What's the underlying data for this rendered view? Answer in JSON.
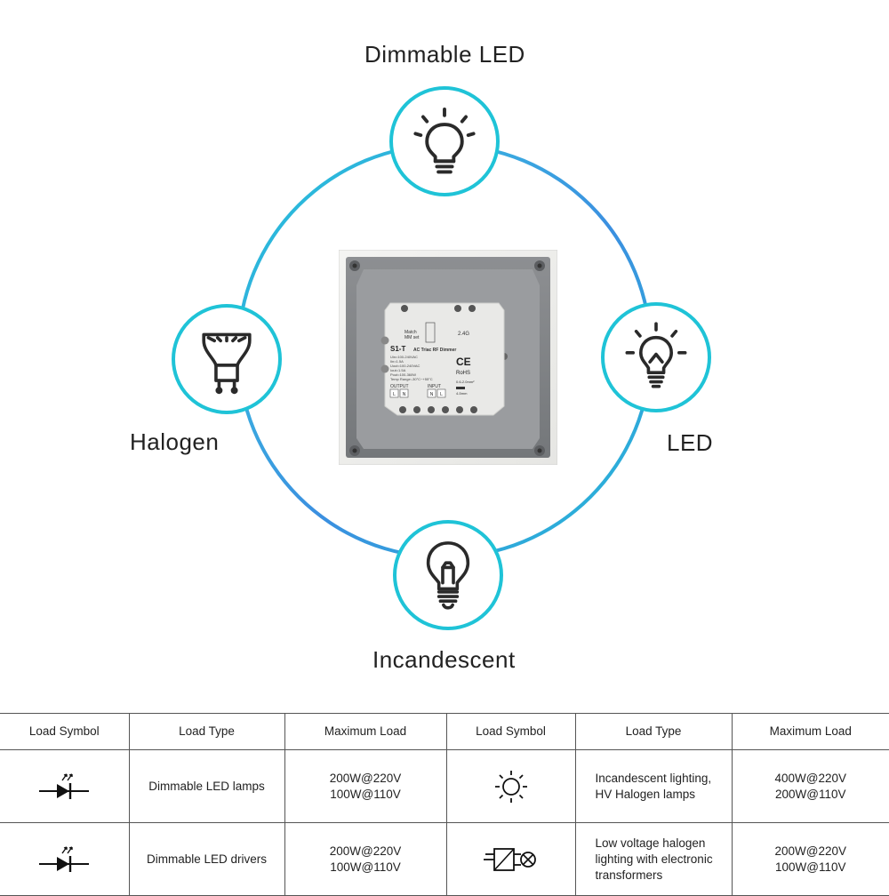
{
  "diagram": {
    "labels": {
      "top": "Dimmable LED",
      "left": "Halogen",
      "right": "LED",
      "bottom": "Incandescent"
    },
    "icons": {
      "top": "bulb-led-icon",
      "left": "halogen-spot-icon",
      "right": "led-bulb-icon",
      "bottom": "incandescent-bulb-icon"
    },
    "accent_color": "#1fc3d7",
    "ring_color_secondary": "#3b8fe0",
    "device": {
      "model": "S1-T",
      "name": "AC Triac RF Dimmer",
      "freq": "2.4G",
      "match": "Match",
      "mm_set": "MM set",
      "specs": [
        "Uin=100-240VAC",
        "Iin=1.5A",
        "Uout=100-240VAC",
        "Iout=1.5A",
        "Pout=100-360W",
        "Temp Range:-30°C~+55°C"
      ],
      "output": "OUTPUT",
      "input": "INPUT",
      "terms_out": [
        "L",
        "N"
      ],
      "terms_in": [
        "N",
        "L"
      ],
      "ce": "CE",
      "rohs": "RoHS",
      "wire": "0.6-2.0mm²",
      "strip": "4-5mm"
    }
  },
  "table": {
    "headers": [
      "Load Symbol",
      "Load Type",
      "Maximum Load",
      "Load Symbol",
      "Load Type",
      "Maximum Load"
    ],
    "rows": [
      {
        "symbol_left": "led-diode-icon",
        "type_left": "Dimmable LED lamps",
        "max_left": "200W@220V\n100W@110V",
        "symbol_right": "incandescent-lamp-symbol-icon",
        "type_right": "Incandescent lighting,\nHV Halogen lamps",
        "max_right": "400W@220V\n200W@110V"
      },
      {
        "symbol_left": "led-diode-icon",
        "type_left": "Dimmable LED drivers",
        "max_left": "200W@220V\n100W@110V",
        "symbol_right": "electronic-transformer-lamp-icon",
        "type_right": "Low voltage halogen\nlighting with electronic\ntransformers",
        "max_right": "200W@220V\n100W@110V"
      }
    ]
  }
}
